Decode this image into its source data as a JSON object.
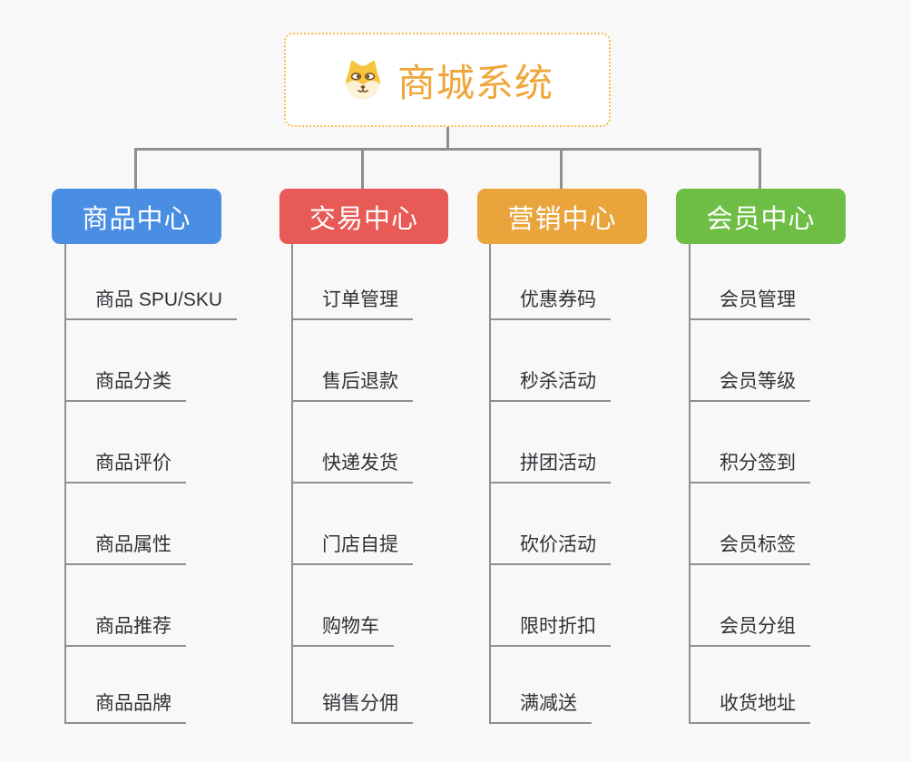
{
  "root": {
    "title": "商城系统",
    "icon": "shiba-dog-icon",
    "accent_color": "#F0A63A",
    "border_color": "#F5BD55",
    "background": "#FFFFFF"
  },
  "colors": {
    "page_background": "#F8F8F8",
    "connector": "#8F8F8F",
    "leaf_text": "#2F3337",
    "leaf_underline": "#8F8F8F"
  },
  "branches": [
    {
      "label": "商品中心",
      "color": "#4A8EE4",
      "items": [
        "商品 SPU/SKU",
        "商品分类",
        "商品评价",
        "商品属性",
        "商品推荐",
        "商品品牌"
      ]
    },
    {
      "label": "交易中心",
      "color": "#E75A55",
      "items": [
        "订单管理",
        "售后退款",
        "快递发货",
        "门店自提",
        "购物车",
        "销售分佣"
      ]
    },
    {
      "label": "营销中心",
      "color": "#E9A43C",
      "items": [
        "优惠券码",
        "秒杀活动",
        "拼团活动",
        "砍价活动",
        "限时折扣",
        "满减送"
      ]
    },
    {
      "label": "会员中心",
      "color": "#6EBE46",
      "items": [
        "会员管理",
        "会员等级",
        "积分签到",
        "会员标签",
        "会员分组",
        "收货地址"
      ]
    }
  ]
}
